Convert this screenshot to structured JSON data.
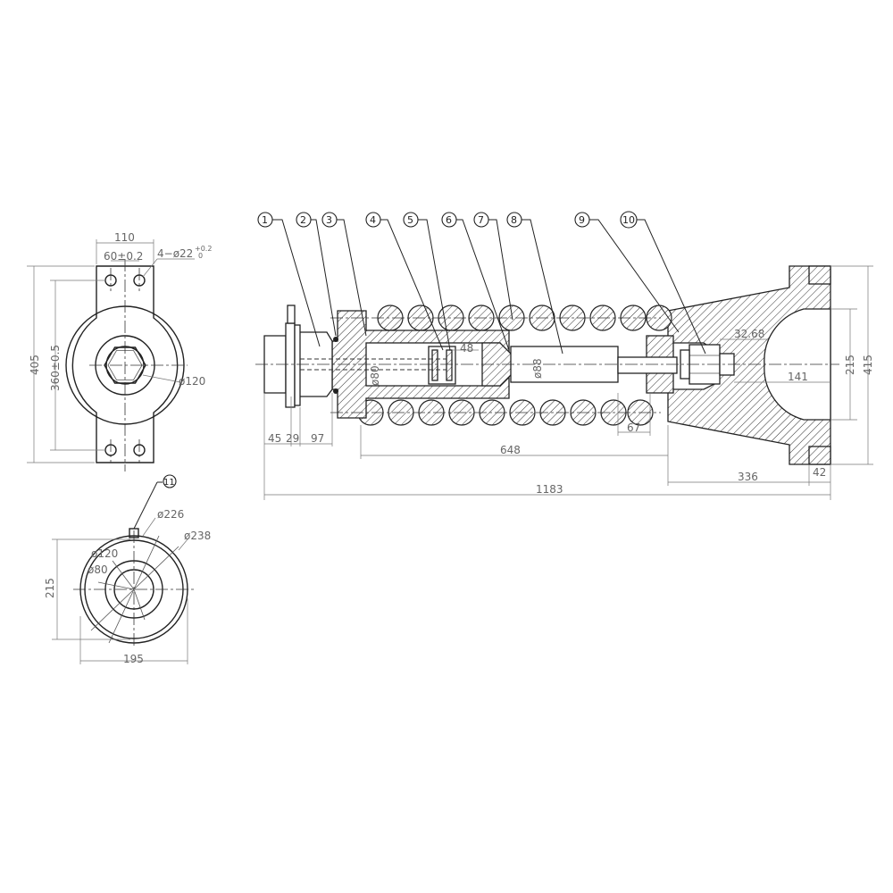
{
  "balloons": [
    "1",
    "2",
    "3",
    "4",
    "5",
    "6",
    "7",
    "8",
    "9",
    "10",
    "11"
  ],
  "dims": {
    "end_width": "110",
    "end_hole_spacing": "60±0.2",
    "end_hole_tol_upper": "+0.2",
    "end_hole_tol_lower": "0",
    "end_hole_label": "4−ø22",
    "end_height_total": "405",
    "end_height_holes": "360±0.5",
    "end_dia": "ø120",
    "sec_dia_outer": "ø226",
    "sec_dia_238": "ø238",
    "sec_dia_120": "ø120",
    "sec_dia_80": "ø80",
    "sec_height": "215",
    "sec_width": "195",
    "d45": "45",
    "d29": "29",
    "d97": "97",
    "d648": "648",
    "d67": "67",
    "d336": "336",
    "d42": "42",
    "d1183": "1183",
    "d141": "141",
    "d3268": "32.68",
    "d215": "215",
    "d415": "415",
    "d48": "48",
    "dia80": "ø80",
    "dia88": "ø88"
  }
}
